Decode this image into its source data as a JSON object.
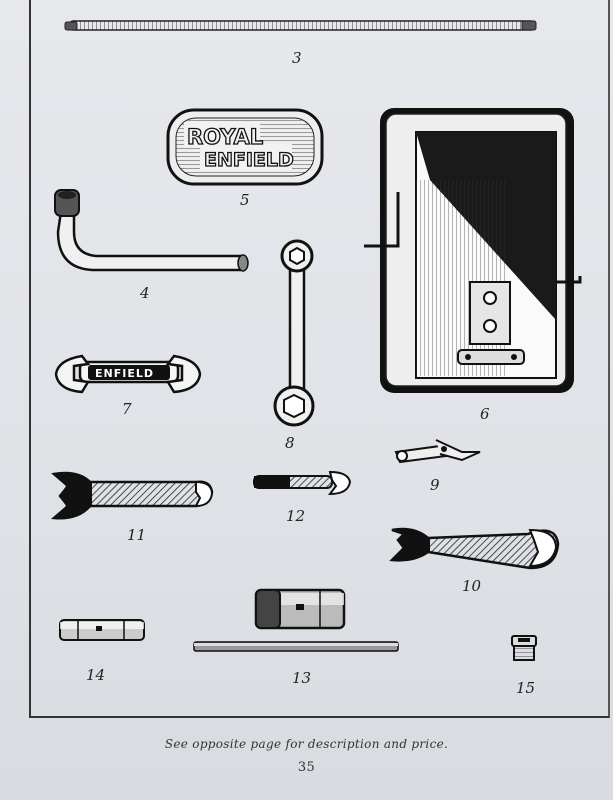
{
  "items": [
    {
      "number": "3",
      "icon": "tommy-bar-icon"
    },
    {
      "number": "5",
      "icon": "grip-badge-icon",
      "brand_line1": "ROYAL",
      "brand_line2": "ENFIELD"
    },
    {
      "number": "4",
      "icon": "box-spanner-handle-icon"
    },
    {
      "number": "8",
      "icon": "ring-spanner-icon"
    },
    {
      "number": "6",
      "icon": "tool-box-icon"
    },
    {
      "number": "7",
      "icon": "open-spanner-icon",
      "brand": "ENFIELD"
    },
    {
      "number": "9",
      "icon": "pliers-icon"
    },
    {
      "number": "11",
      "icon": "large-spanner-icon"
    },
    {
      "number": "12",
      "icon": "small-spanner-icon"
    },
    {
      "number": "10",
      "icon": "spanner-icon"
    },
    {
      "number": "14",
      "icon": "tube-spanner-icon"
    },
    {
      "number": "13",
      "icon": "box-spanner-icon"
    },
    {
      "number": "15",
      "icon": "plug-icon"
    }
  ],
  "caption": "See opposite page for description and price.",
  "page_number": "35"
}
